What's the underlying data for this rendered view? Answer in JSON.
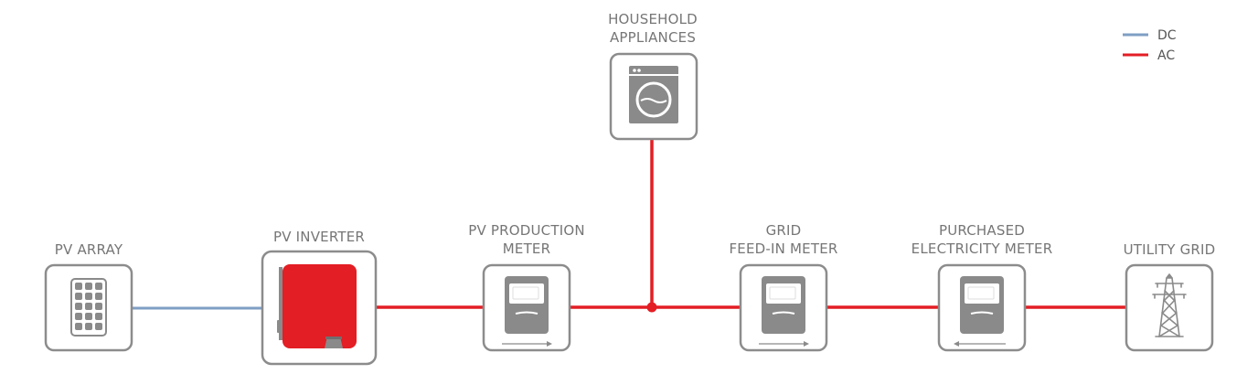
{
  "legend": {
    "items": [
      {
        "label": "DC",
        "color": "#7f9fc4"
      },
      {
        "label": "AC",
        "color": "#e31e24"
      }
    ]
  },
  "nodes": {
    "pv_array": {
      "label": [
        "PV ARRAY"
      ],
      "icon": "solar-panel-icon"
    },
    "pv_inverter": {
      "label": [
        "PV INVERTER"
      ],
      "icon": "inverter-icon"
    },
    "pv_production_meter": {
      "label": [
        "PV PRODUCTION",
        "METER"
      ],
      "icon": "electricity-meter-icon",
      "arrow": "right"
    },
    "household_appliances": {
      "label": [
        "HOUSEHOLD",
        "APPLIANCES"
      ],
      "icon": "washing-machine-icon"
    },
    "grid_feed_in_meter": {
      "label": [
        "GRID",
        "FEED-IN METER"
      ],
      "icon": "electricity-meter-icon",
      "arrow": "right"
    },
    "purchased_electricity_meter": {
      "label": [
        "PURCHASED",
        "ELECTRICITY METER"
      ],
      "icon": "electricity-meter-icon",
      "arrow": "left"
    },
    "utility_grid": {
      "label": [
        "UTILITY GRID"
      ],
      "icon": "transmission-tower-icon"
    }
  },
  "colors": {
    "dc": "#7f9fc4",
    "ac": "#e31e24",
    "box_stroke": "#8c8c8c",
    "icon_gray": "#8a8a8a",
    "label": "#767676"
  }
}
